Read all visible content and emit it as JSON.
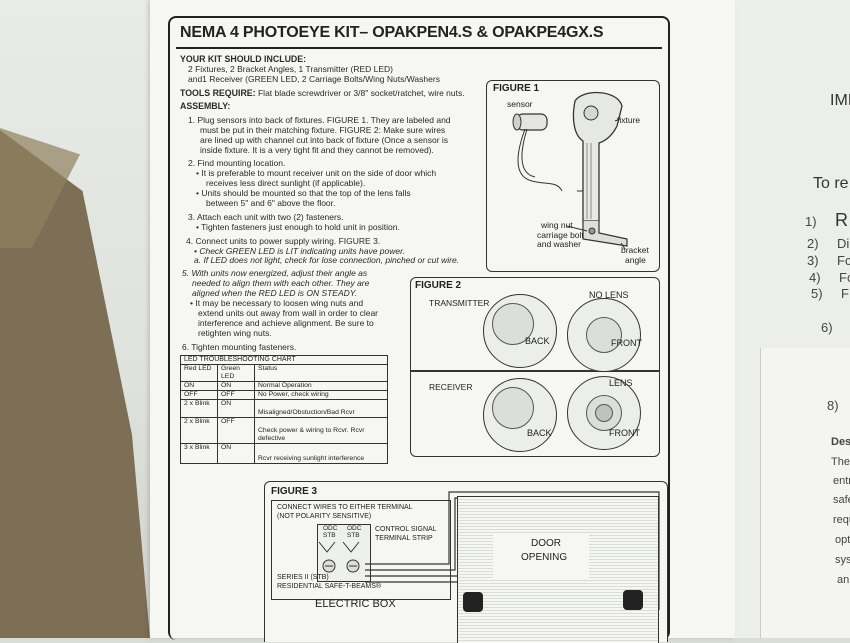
{
  "title": "NEMA 4 PHOTOEYE KIT– OPAKPEN4.S & OPAKPE4GX.S",
  "kit": {
    "heading": "YOUR KIT SHOULD INCLUDE:",
    "line1": "2 Fixtures, 2 Bracket Angles, 1 Transmitter (RED LED)",
    "line2": "and1 Receiver (GREEN LED, 2 Carriage Bolts/Wing Nuts/Washers"
  },
  "tools": {
    "heading": "TOOLS REQUIRE:",
    "text": "Flat blade screwdriver or 3/8\" socket/ratchet, wire nuts."
  },
  "assembly": {
    "heading": "ASSEMBLY:",
    "s1a": "1. Plug sensors into back of fixtures. FIGURE 1. They are labeled and",
    "s1b": "must be put in their matching fixture. FIGURE 2: Make sure wires",
    "s1c": "are lined up with channel cut into back of fixture (Once a sensor is",
    "s1d": "inside fixture. It is a very tight fit and they cannot be removed).",
    "s2": "2. Find mounting location.",
    "s2a": "• It is preferable to mount receiver unit on the side of door which",
    "s2b": "receives less direct sunlight (if applicable).",
    "s2c": "• Units should be mounted so that the top of the lens falls",
    "s2d": "between 5\" and 6\" above the floor.",
    "s3": "3. Attach each unit with two (2) fasteners.",
    "s3a": "• Tighten fasteners just enough to hold unit in position.",
    "s4": "4. Connect units to power supply wiring. FIGURE 3.",
    "s4a": "• Check GREEN LED is LIT indicating units have power.",
    "s4b": "a. If LED does not light, check for lose connection, pinched or cut wire.",
    "s5a": "5. With units now energized, adjust their angle as",
    "s5b": "needed to align them with each other. They are",
    "s5c": "aligned when the RED LED is ON STEADY.",
    "s5d": "• It may be necessary to loosen wing nuts and",
    "s5e": "extend units out away from wall in order to clear",
    "s5f": "interference and achieve alignment. Be sure to",
    "s5g": "retighten wing nuts.",
    "s6": "6. Tighten mounting fasteners."
  },
  "led_chart": {
    "caption": "LED TROUBLESHOOTING CHART",
    "headers": [
      "Red LED",
      "Green LED",
      "Status"
    ],
    "rows": [
      [
        "ON",
        "ON",
        "Normal Operation"
      ],
      [
        "OFF",
        "OFF",
        "No Power, check wiring"
      ],
      [
        "2 x Blink",
        "ON",
        "Misaligned/Obstuction/Bad Rcvr"
      ],
      [
        "2 x Blink",
        "OFF",
        "Check power & wiring to Rcvr. Rcvr defective"
      ],
      [
        "3 x Blink",
        "ON",
        "Rcvr receiving sunlight interference"
      ]
    ]
  },
  "figure1": {
    "label": "FIGURE 1",
    "sensor": "sensor",
    "fixture": "fixture",
    "wing1": "wing nut",
    "wing2": "carriage bolt",
    "wing3": "and washer",
    "bracket1": "bracket",
    "bracket2": "angle"
  },
  "figure2": {
    "label": "FIGURE 2",
    "transmitter": "TRANSMITTER",
    "receiver": "RECEIVER",
    "no_lens": "NO LENS",
    "lens": "LENS",
    "back": "BACK",
    "front": "FRONT"
  },
  "figure3": {
    "label": "FIGURE 3",
    "connect1": "CONNECT WIRES TO EITHER TERMINAL",
    "connect2": "(NOT POLARITY SENSITIVE)",
    "odc": "ODC",
    "stb": "STB",
    "control1": "CONTROL SIGNAL",
    "control2": "TERMINAL STRIP",
    "series1": "SERIES II (STB)",
    "series2": "RESIDENTIAL SAFE-T-BEAMS®",
    "electric_box": "ELECTRIC BOX",
    "door1": "DOOR",
    "door2": "OPENING"
  },
  "right_sheet": {
    "im": "IMI",
    "to": "To re",
    "n1": "1)",
    "r": "R",
    "n2": "2)",
    "d2": "Di",
    "n3": "3)",
    "f3": "Fc",
    "n4": "4)",
    "f4": "Fc",
    "n5": "5)",
    "f5": "F",
    "n6": "6)",
    "n8": "8)",
    "desc": "Desc",
    "p1": "The",
    "p2": "entr",
    "p3": "safe",
    "p4": "requ",
    "p5": "opti",
    "p6": "syst",
    "p7": "an"
  }
}
